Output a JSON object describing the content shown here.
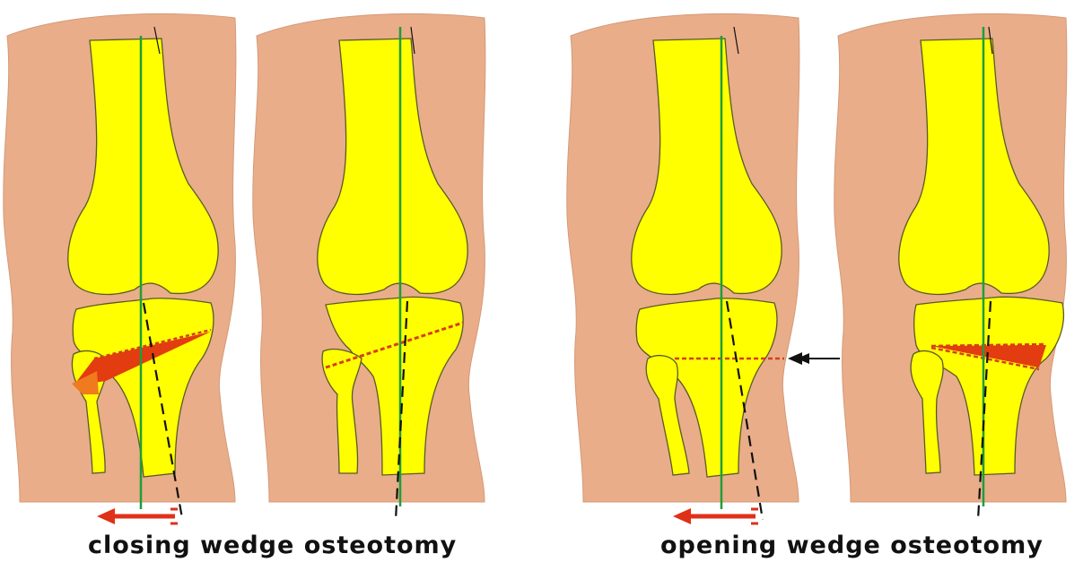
{
  "captions": {
    "closing": "closing wedge osteotomy",
    "opening": "opening wedge osteotomy"
  },
  "colors": {
    "skin": "#e9ad8a",
    "skin_edge": "#d49a78",
    "bone": "#ffff00",
    "bone_outline": "#5a5a28",
    "mechanical_axis": "#1e9e3a",
    "deformity_axis": "#111111",
    "wedge_dark": "#e23c10",
    "wedge_light": "#f07a1e",
    "cut_line": "#d4401a",
    "arrow_red": "#e03018",
    "arrow_black": "#111111"
  },
  "panels": [
    {
      "name": "closing-before",
      "icons": [
        "wedge-resection",
        "correction-arrow"
      ]
    },
    {
      "name": "closing-after",
      "icons": [
        "closed-osteotomy-line"
      ]
    },
    {
      "name": "opening-before",
      "icons": [
        "osteotomy-cut-line",
        "cut-direction-arrow",
        "correction-arrow"
      ]
    },
    {
      "name": "opening-after",
      "icons": [
        "opened-wedge"
      ]
    }
  ]
}
